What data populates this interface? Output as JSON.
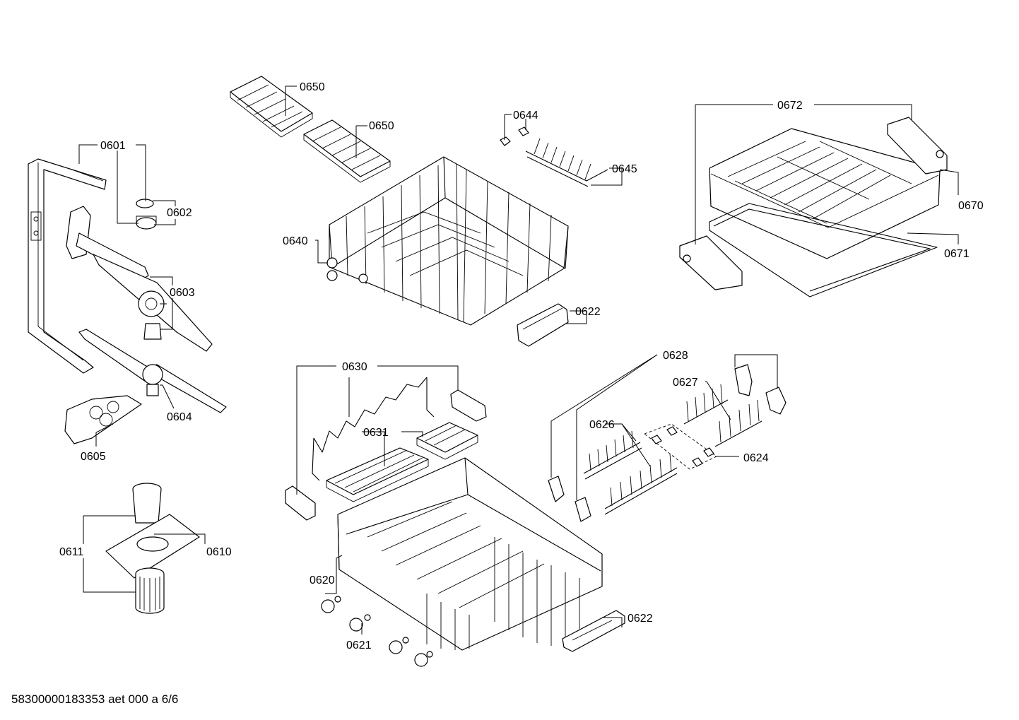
{
  "footer": {
    "document_code": "58300000183353 aet 000 a 6/6"
  },
  "labels": {
    "p0601": "0601",
    "p0602": "0602",
    "p0603": "0603",
    "p0604": "0604",
    "p0605": "0605",
    "p0610": "0610",
    "p0611": "0611",
    "p0620": "0620",
    "p0621": "0621",
    "p0622_upper": "0622",
    "p0622_lower": "0622",
    "p0624": "0624",
    "p0626": "0626",
    "p0627": "0627",
    "p0628": "0628",
    "p0630": "0630",
    "p0631": "0631",
    "p0640": "0640",
    "p0644": "0644",
    "p0645": "0645",
    "p0650_top": "0650",
    "p0650_bottom": "0650",
    "p0670": "0670",
    "p0671": "0671",
    "p0672": "0672"
  }
}
